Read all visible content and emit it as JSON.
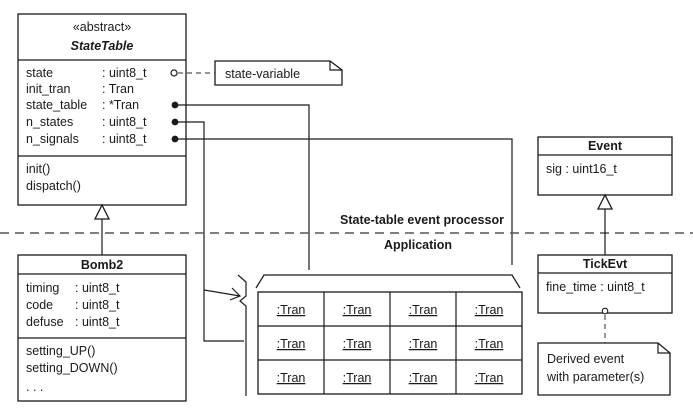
{
  "state_table": {
    "stereotype": "«abstract»",
    "name": "StateTable",
    "attributes": [
      {
        "name": "state",
        "type": ": uint8_t"
      },
      {
        "name": "init_tran",
        "type": ": Tran"
      },
      {
        "name": "state_table",
        "type": ": *Tran"
      },
      {
        "name": "n_states",
        "type": ": uint8_t"
      },
      {
        "name": "n_signals",
        "type": ": uint8_t"
      }
    ],
    "operations": [
      "init()",
      "dispatch()"
    ]
  },
  "state_variable_note": "state-variable",
  "event": {
    "name": "Event",
    "attributes": [
      "sig : uint16_t"
    ]
  },
  "layer_labels": {
    "upper": "State-table event processor",
    "lower": "Application"
  },
  "bomb2": {
    "name": "Bomb2",
    "attributes": [
      {
        "name": "timing",
        "type": ": uint8_t"
      },
      {
        "name": "code",
        "type": ": uint8_t"
      },
      {
        "name": "defuse",
        "type": ": uint8_t"
      }
    ],
    "operations": [
      "setting_UP()",
      "setting_DOWN()",
      ". . ."
    ]
  },
  "tran_table": {
    "rows": [
      [
        ":Tran",
        ":Tran",
        ":Tran",
        ":Tran"
      ],
      [
        ":Tran",
        ":Tran",
        ":Tran",
        ":Tran"
      ],
      [
        ":Tran",
        ":Tran",
        ":Tran",
        ":Tran"
      ]
    ]
  },
  "tick_evt": {
    "name": "TickEvt",
    "attributes": [
      "fine_time : uint8_t"
    ]
  },
  "derived_note": [
    "Derived event",
    "with parameter(s)"
  ]
}
